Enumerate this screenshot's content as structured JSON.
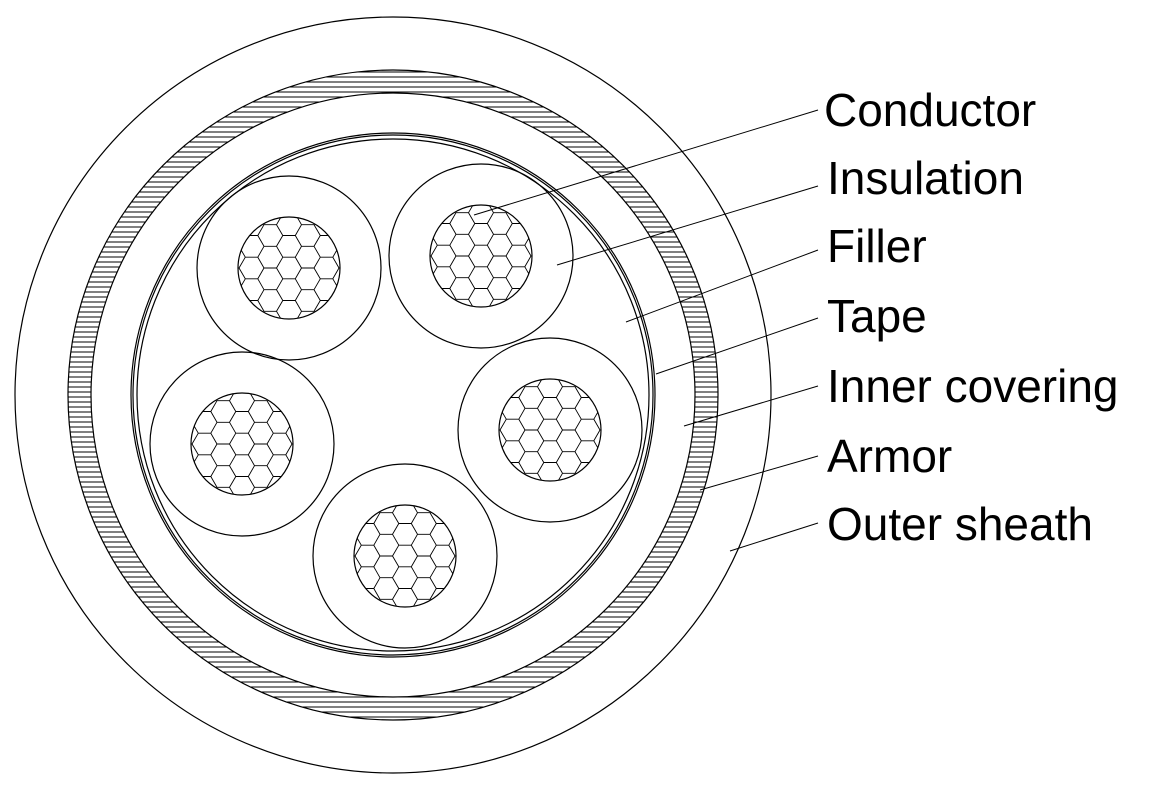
{
  "diagram": {
    "labels": [
      {
        "key": "conductor",
        "text": "Conductor"
      },
      {
        "key": "insulation",
        "text": "Insulation"
      },
      {
        "key": "filler",
        "text": "Filler"
      },
      {
        "key": "tape",
        "text": "Tape"
      },
      {
        "key": "inner_covering",
        "text": "Inner covering"
      },
      {
        "key": "armor",
        "text": "Armor"
      },
      {
        "key": "outer_sheath",
        "text": "Outer sheath"
      }
    ],
    "core_count": 5,
    "line_color": "#000000",
    "background_color": "#ffffff"
  }
}
